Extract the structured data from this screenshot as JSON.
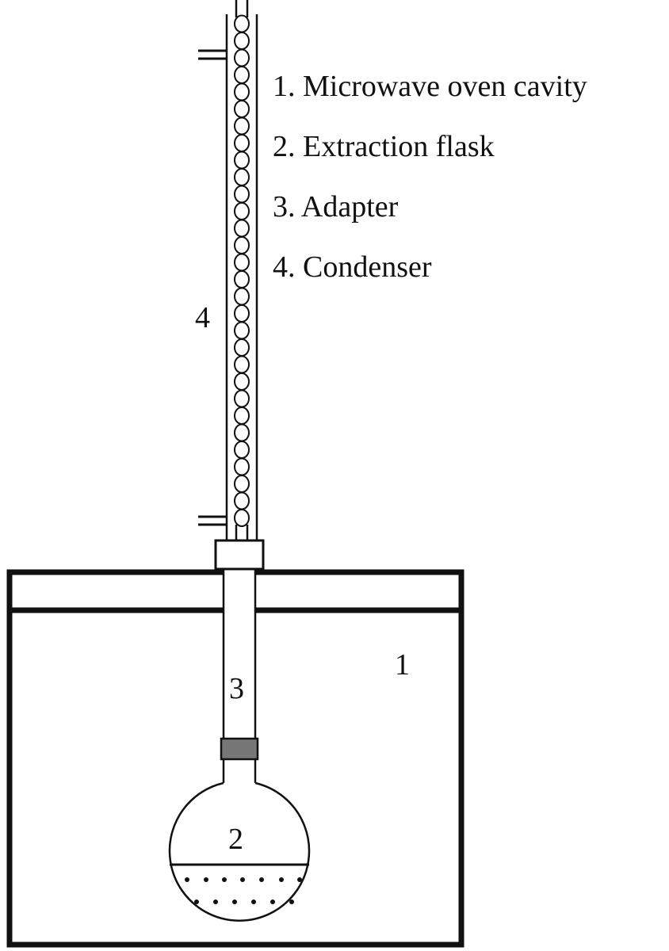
{
  "legend": [
    {
      "text": "1. Microwave oven cavity"
    },
    {
      "text": "2. Extraction flask"
    },
    {
      "text": "3. Adapter"
    },
    {
      "text": "4. Condenser"
    }
  ],
  "part_labels": {
    "cavity": "1",
    "flask": "2",
    "adapter": "3",
    "condenser": "4"
  },
  "colors": {
    "line": "#111111",
    "joint": "#777777",
    "background": "#ffffff"
  }
}
